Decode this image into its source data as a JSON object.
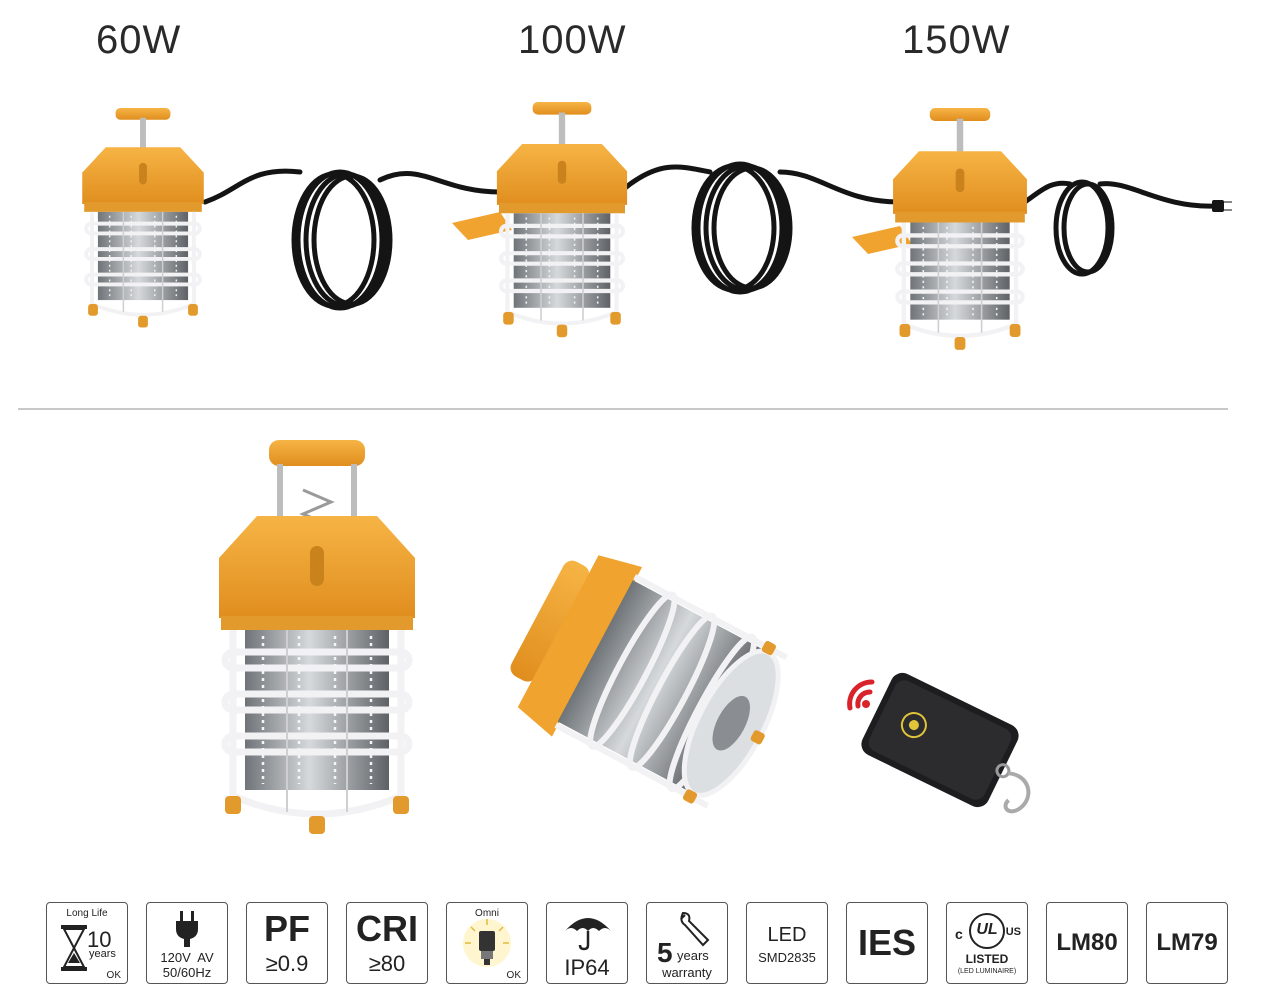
{
  "wattages": [
    "60W",
    "100W",
    "150W"
  ],
  "colors": {
    "housing": "#f0a32e",
    "housing_dark": "#c9821c",
    "cable": "#141414",
    "cage": "#e8e8ea",
    "remote_signal": "#d8232a"
  },
  "badges": {
    "long_life": {
      "title": "Long Life",
      "value": "10",
      "unit": "years",
      "status": "OK",
      "icon": "hourglass-icon"
    },
    "power": {
      "line1": "120V  AV",
      "line2": "50/60Hz",
      "icon": "plug-icon"
    },
    "pf": {
      "label": "PF",
      "value": "≥0.9"
    },
    "cri": {
      "label": "CRI",
      "value": "≥80"
    },
    "omni": {
      "title": "Omni",
      "status": "OK",
      "icon": "omni-bulb-icon"
    },
    "ip": {
      "value": "IP64",
      "icon": "umbrella-icon"
    },
    "warranty": {
      "value": "5",
      "unit": "years",
      "label": "warranty",
      "icon": "wrench-icon"
    },
    "led": {
      "line1": "LED",
      "line2": "SMD2835"
    },
    "ies": {
      "label": "IES"
    },
    "ul": {
      "left": "c",
      "mark": "UL",
      "right": "US",
      "line1": "LISTED",
      "line2": "(LED LUMINAIRE)"
    },
    "lm80": {
      "label": "LM80"
    },
    "lm79": {
      "label": "LM79"
    }
  }
}
